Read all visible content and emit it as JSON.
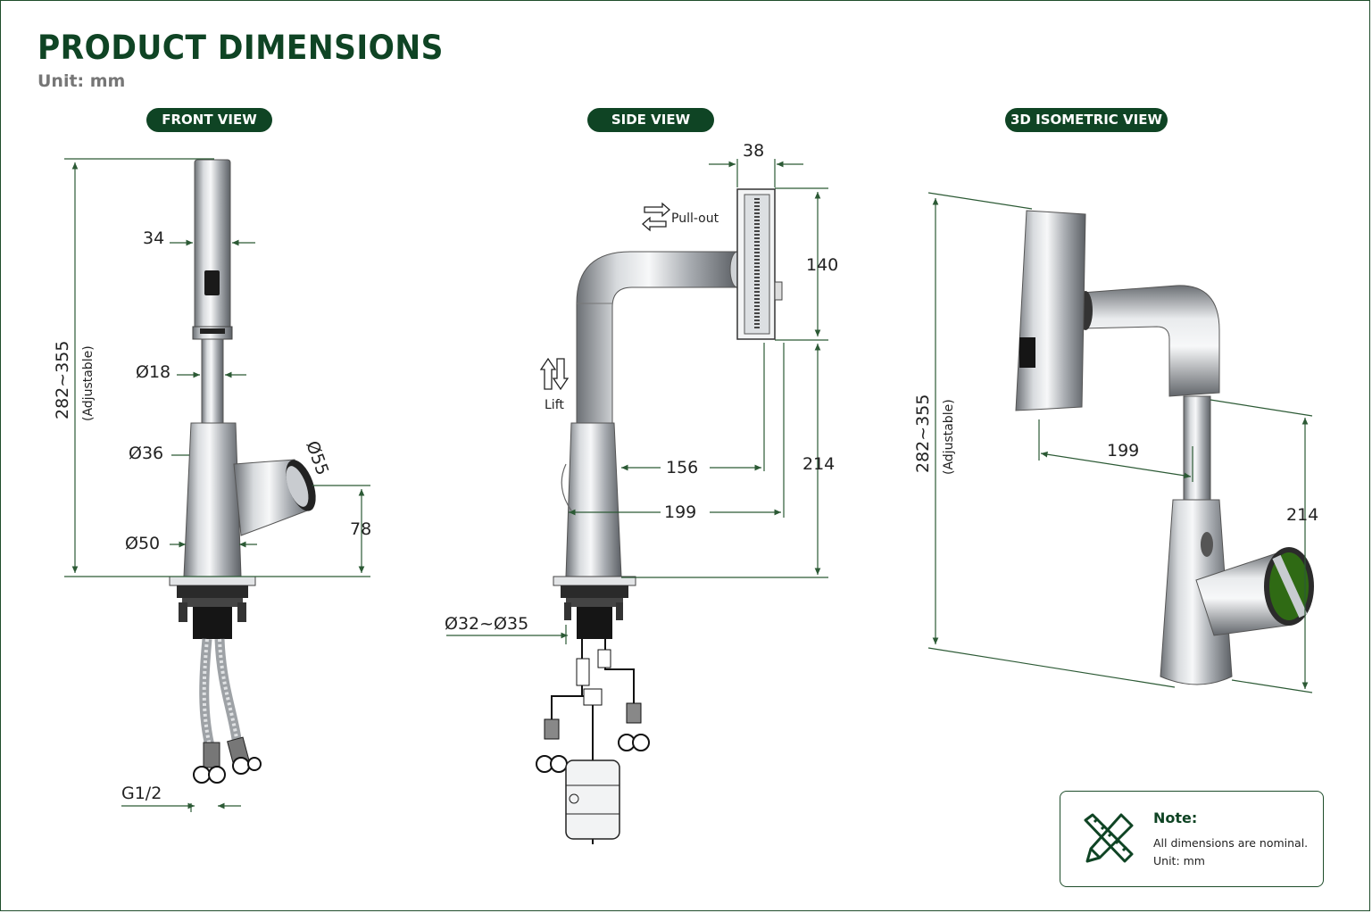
{
  "header": {
    "title": "PRODUCT DIMENSIONS",
    "unit": "Unit: mm"
  },
  "views": {
    "front": "FRONT VIEW",
    "side": "SIDE VIEW",
    "iso": "3D ISOMETRIC VIEW"
  },
  "front_dims": {
    "height": "282~355",
    "height_note": "(Adjustable)",
    "head_width": "34",
    "pipe_dia": "Ø18",
    "body_upper_dia": "Ø36",
    "outlet_dia": "Ø55",
    "base_dia": "Ø50",
    "outlet_height": "78",
    "thread": "G1/2"
  },
  "side_dims": {
    "head_depth": "38",
    "head_height": "140",
    "pullout": "Pull-out",
    "lift": "Lift",
    "reach_inner": "156",
    "reach": "199",
    "spout_height": "214",
    "hole_dia": "Ø32~Ø35"
  },
  "iso_dims": {
    "height": "282~355",
    "height_note": "(Adjustable)",
    "reach": "199",
    "spout_height": "214"
  },
  "note": {
    "title": "Note:",
    "line1": "All dimensions are nominal.",
    "line2": "Unit: mm"
  },
  "colors": {
    "brand_green": "#0f4424",
    "dimension_line": "#2c5a35",
    "chrome_dark": "#5a5e63",
    "chrome_light": "#eef0f2",
    "accent_green": "#2f6a14"
  }
}
